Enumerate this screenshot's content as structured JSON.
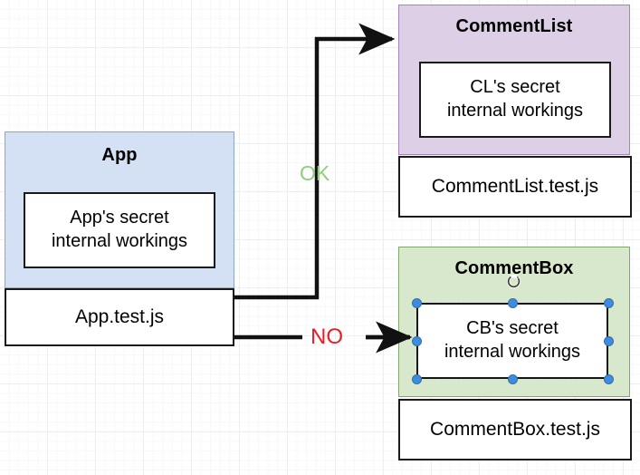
{
  "diagram": {
    "title": "Component testing boundaries diagram",
    "background": {
      "grid": "on",
      "grid_minor_color": "#f7f8fa",
      "grid_major_color": "#eceef2",
      "page_color": "#ffffff"
    },
    "groups": [
      {
        "id": "app",
        "label": "App",
        "fill": "#d4e1f5",
        "stroke": "#8ba6cf",
        "inner_label": "App's secret\ninternal workings",
        "inner_line1": "App's secret",
        "inner_line2": "internal workings",
        "test_file": "App.test.js",
        "selected": false
      },
      {
        "id": "commentlist",
        "label": "CommentList",
        "fill": "#ddd0e6",
        "stroke": "#a882ba",
        "inner_label": "CL's secret\ninternal workings",
        "inner_line1": "CL's secret",
        "inner_line2": "internal workings",
        "test_file": "CommentList.test.js",
        "selected": false
      },
      {
        "id": "commentbox",
        "label": "CommentBox",
        "fill": "#d8e8cd",
        "stroke": "#7fa86a",
        "inner_label": "CB's secret\ninternal workings",
        "inner_line1": "CB's secret",
        "inner_line2": "internal workings",
        "test_file": "CommentBox.test.js",
        "selected": true
      }
    ],
    "edges": [
      {
        "id": "ok-edge",
        "label": "OK",
        "label_color": "#8fce7d",
        "from": "App.test.js",
        "to": "CommentList",
        "stroke": "#111111",
        "arrowhead": "filled-triangle"
      },
      {
        "id": "no-edge",
        "label": "NO",
        "label_color": "#ed1c24",
        "from": "App.test.js",
        "to": "CommentBox inner workings",
        "stroke": "#111111",
        "arrowhead": "filled-triangle"
      }
    ],
    "selection": {
      "target": "CB's secret internal workings",
      "handle_color": "#3d8ce0",
      "handle_count": 8,
      "outline_style": "dashed",
      "cursor": "rotate-cursor"
    }
  }
}
